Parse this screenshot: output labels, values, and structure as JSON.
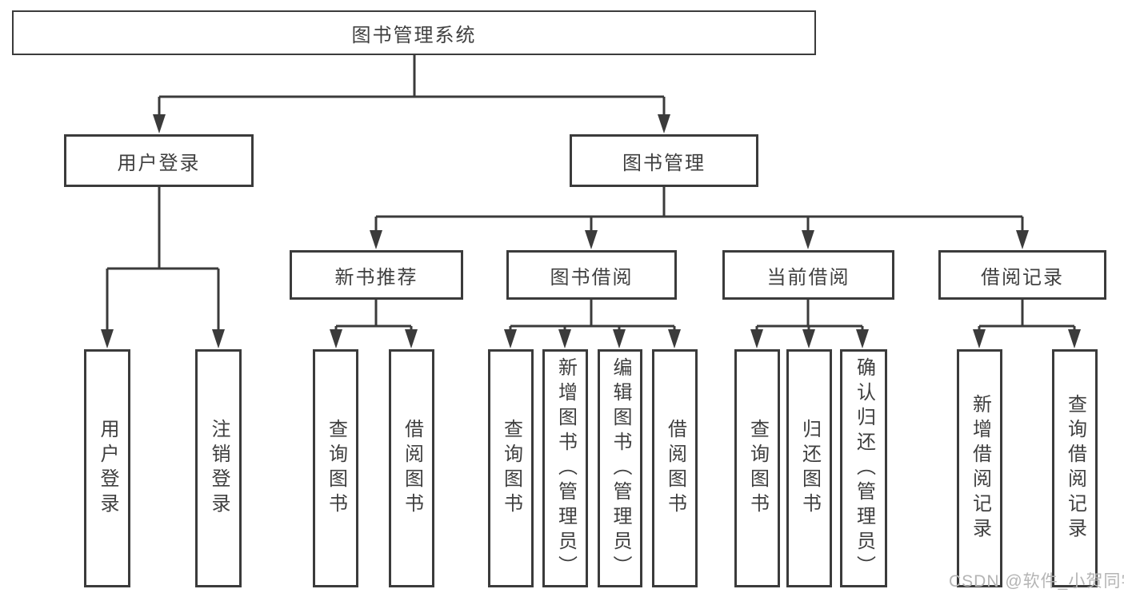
{
  "tree": {
    "label": "图书管理系统",
    "children": [
      {
        "label": "用户登录",
        "children": [
          {
            "label": "用户登录"
          },
          {
            "label": "注销登录"
          }
        ]
      },
      {
        "label": "图书管理",
        "children": [
          {
            "label": "新书推荐",
            "children": [
              {
                "label": "查询图书"
              },
              {
                "label": "借阅图书"
              }
            ]
          },
          {
            "label": "图书借阅",
            "children": [
              {
                "label": "查询图书"
              },
              {
                "label": "新增图书（管理员）"
              },
              {
                "label": "编辑图书（管理员）"
              },
              {
                "label": "借阅图书"
              }
            ]
          },
          {
            "label": "当前借阅",
            "children": [
              {
                "label": "查询图书"
              },
              {
                "label": "归还图书"
              },
              {
                "label": "确认归还（管理员）"
              }
            ]
          },
          {
            "label": "借阅记录",
            "children": [
              {
                "label": "新增借阅记录"
              },
              {
                "label": "查询借阅记录"
              }
            ]
          }
        ]
      }
    ]
  },
  "watermark": "CSDN @软件_小贺同学",
  "colors": {
    "line": "#3b3b3b",
    "text": "#3f3f3f",
    "background": "#ffffff",
    "watermark": "#b4b4b4"
  }
}
